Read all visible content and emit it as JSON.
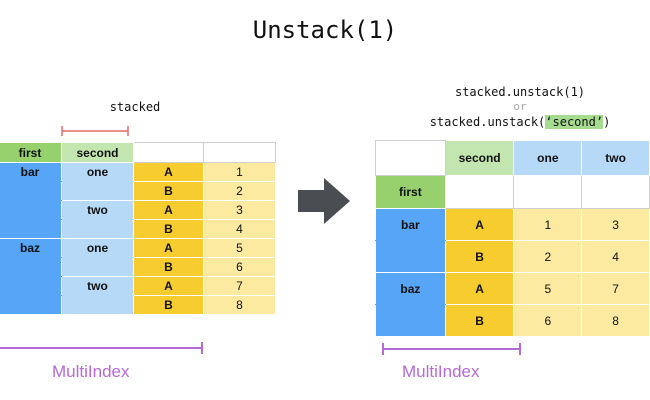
{
  "title": "Unstack(1)",
  "left": {
    "caption": "stacked",
    "multiindex_label": "MultiIndex",
    "header": [
      "first",
      "second",
      "",
      ""
    ],
    "rows": [
      [
        "bar",
        "one",
        "A",
        "1"
      ],
      [
        "",
        "",
        "B",
        "2"
      ],
      [
        "",
        "two",
        "A",
        "3"
      ],
      [
        "",
        "",
        "B",
        "4"
      ],
      [
        "baz",
        "one",
        "A",
        "5"
      ],
      [
        "",
        "",
        "B",
        "6"
      ],
      [
        "",
        "two",
        "A",
        "7"
      ],
      [
        "",
        "",
        "B",
        "8"
      ]
    ]
  },
  "right": {
    "caption_line1": "stacked.unstack(1)",
    "caption_or": "or",
    "caption_line3_prefix": "stacked.unstack(",
    "caption_line3_highlight": "‘second’",
    "caption_line3_suffix": ")",
    "multiindex_label": "MultiIndex",
    "header": [
      "",
      "second",
      "one",
      "two"
    ],
    "index_header": "first",
    "rows": [
      [
        "bar",
        "A",
        "1",
        "3"
      ],
      [
        "",
        "B",
        "2",
        "4"
      ],
      [
        "baz",
        "A",
        "5",
        "7"
      ],
      [
        "",
        "B",
        "6",
        "8"
      ]
    ]
  },
  "colors": {
    "dark_blue": "#56a5f7",
    "light_blue": "#b7d9f8",
    "green": "#97d16e",
    "light_green": "#c3e6b0",
    "yellow": "#f7cc2e",
    "light_yellow": "#fbeaa0",
    "purple": "#b56ad6",
    "red": "#e36a6a",
    "arrow": "#4a4d52"
  }
}
